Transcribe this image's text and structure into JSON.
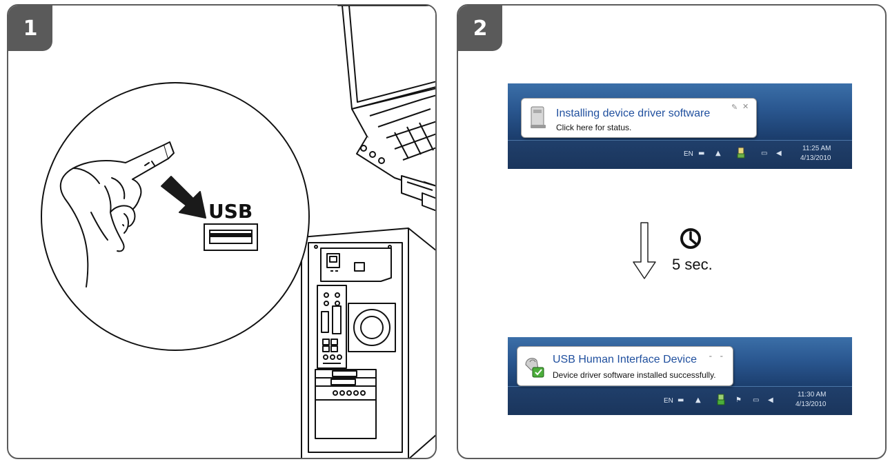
{
  "steps": [
    {
      "number": "1",
      "port_label": "USB"
    },
    {
      "number": "2"
    }
  ],
  "notification_installing": {
    "title": "Installing device driver software",
    "text": "Click here for status.",
    "tray_language": "EN",
    "tray_time": "11:25 AM",
    "tray_date": "4/13/2010"
  },
  "wait": {
    "duration_text": "5 sec.",
    "icons": [
      "down-arrow-icon",
      "clock-icon"
    ]
  },
  "notification_installed": {
    "title": "USB Human Interface Device",
    "text": "Device driver software installed successfully.",
    "tray_language": "EN",
    "tray_time": "11:30 AM",
    "tray_date": "4/13/2010"
  },
  "colors": {
    "badge": "#5a5a5a",
    "panel_border": "#5b5b5b",
    "balloon_title": "#1f4f9e",
    "taskbar": "#1c3f6f"
  }
}
